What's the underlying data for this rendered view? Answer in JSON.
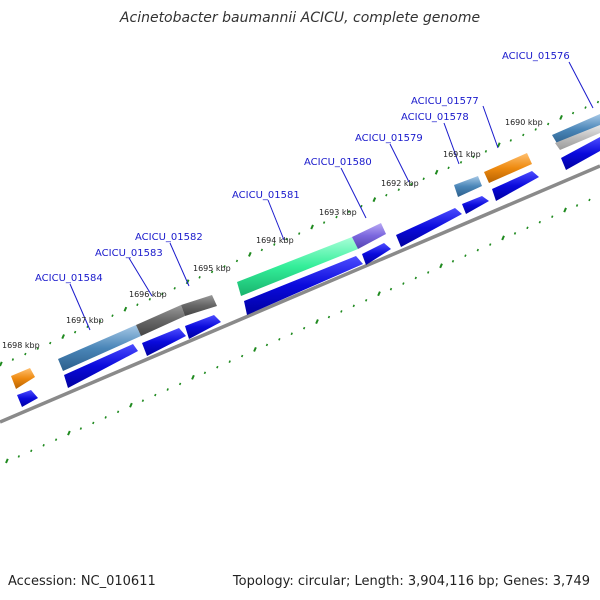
{
  "title": "Acinetobacter baumannii ACICU, complete genome",
  "footer": {
    "accession": "Accession: NC_010611",
    "info": "Topology: circular; Length: 3,904,116 bp; Genes: 3,749"
  },
  "colors": {
    "background": "#ffffff",
    "backbone": "#8a8a8a",
    "tick": "#1f8a1f",
    "gene_label": "#1a1acc",
    "kbp_label": "#222222",
    "leader": "#1a1acc",
    "cds": "#0a0adc",
    "cds_light": "#3c3cff",
    "feature_steelblue": "#4a86b8",
    "feature_gray": "#6e6e6e",
    "feature_green": "#33ee99",
    "feature_purple": "#7a66dd",
    "feature_orange": "#ee8a10",
    "feature_lightgray": "#bdbdbd"
  },
  "gene_labels": [
    "ACICU_01576",
    "ACICU_01577",
    "ACICU_01578",
    "ACICU_01579",
    "ACICU_01580",
    "ACICU_01581",
    "ACICU_01582",
    "ACICU_01583",
    "ACICU_01584"
  ],
  "kbp_labels": [
    "1690 kbp",
    "1691 kbp",
    "1692 kbp",
    "1693 kbp",
    "1694 kbp",
    "1695 kbp",
    "1696 kbp",
    "1697 kbp",
    "1698 kbp"
  ],
  "feature_tracks": [
    {
      "type": "colored",
      "color": "feature_orange"
    },
    {
      "type": "colored",
      "color": "feature_steelblue"
    },
    {
      "type": "colored",
      "color": "feature_gray"
    },
    {
      "type": "colored",
      "color": "feature_gray"
    },
    {
      "type": "colored",
      "color": "feature_green"
    },
    {
      "type": "colored",
      "color": "feature_purple"
    },
    {
      "type": "colored",
      "color": "feature_steelblue"
    },
    {
      "type": "colored",
      "color": "feature_orange"
    },
    {
      "type": "colored",
      "color": "feature_steelblue"
    },
    {
      "type": "cds",
      "color": "cds"
    }
  ]
}
